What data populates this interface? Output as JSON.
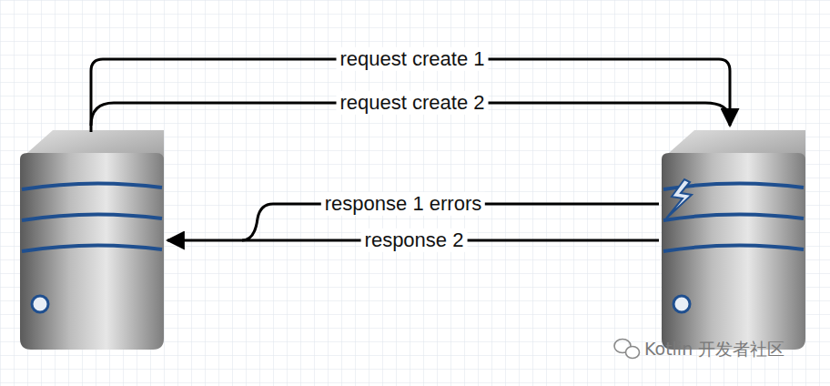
{
  "diagram": {
    "labels": [
      "request create 1",
      "request create 2",
      "response 1 errors",
      "response 2",
      "Kotlin 开发者社区"
    ]
  }
}
